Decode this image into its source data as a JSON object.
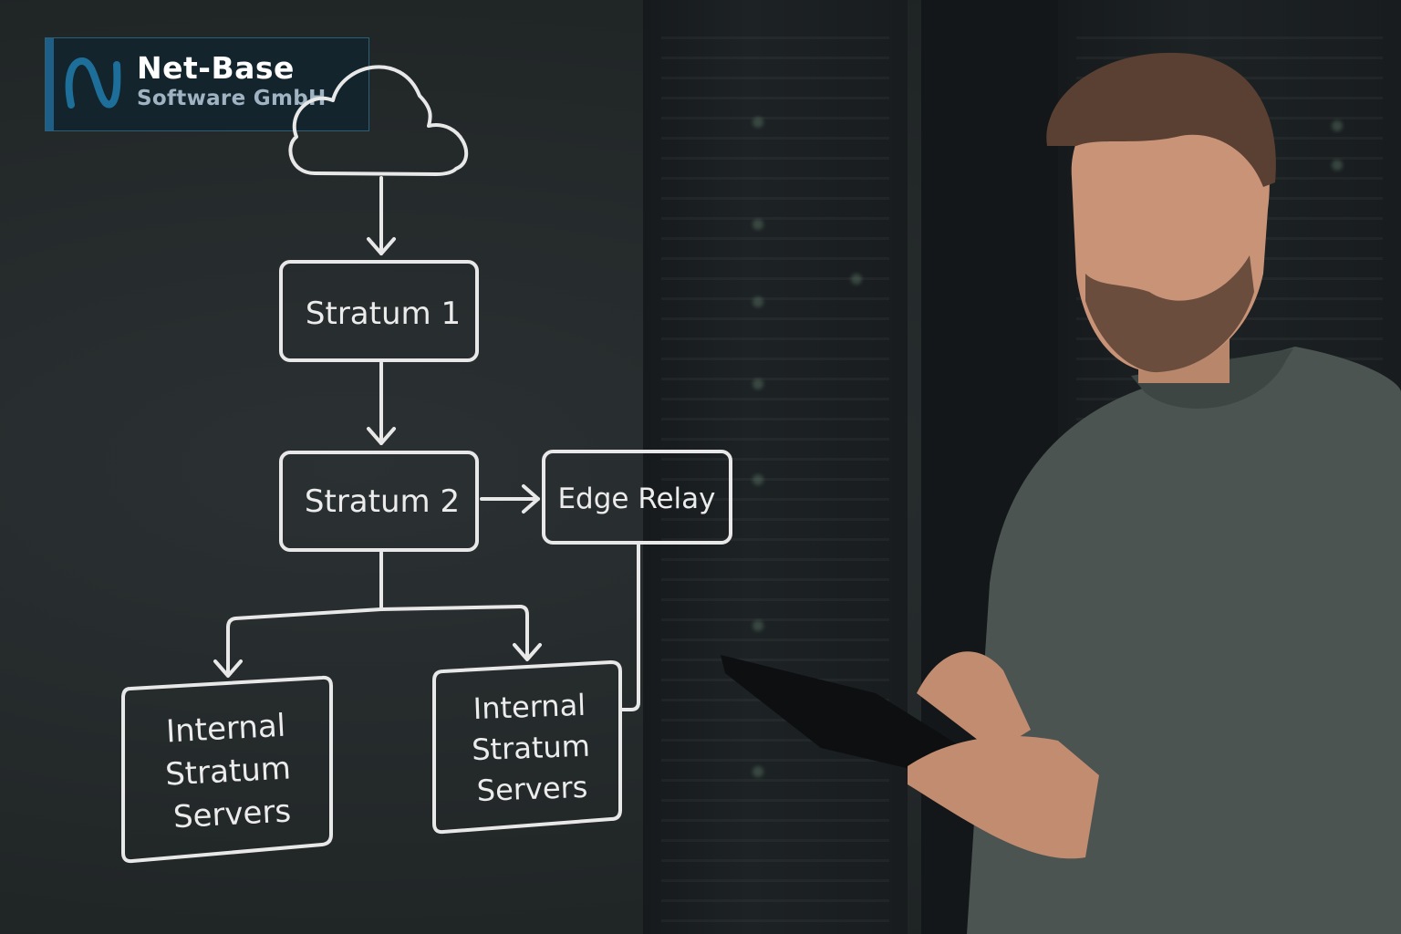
{
  "logo": {
    "title": "Net-Base",
    "subtitle": "Software GmbH",
    "accent_color": "#1d6f9a"
  },
  "diagram": {
    "nodes": [
      {
        "id": "cloud",
        "label": "",
        "icon": "cloud-icon"
      },
      {
        "id": "stratum1",
        "label": "Stratum 1"
      },
      {
        "id": "stratum2",
        "label": "Stratum 2"
      },
      {
        "id": "edge-relay",
        "label": "Edge Relay"
      },
      {
        "id": "internal-left",
        "label_lines": [
          "Internal",
          "Stratum",
          "Servers"
        ]
      },
      {
        "id": "internal-right",
        "label_lines": [
          "Internal",
          "Stratum",
          "Servers"
        ]
      }
    ],
    "edges": [
      {
        "from": "cloud",
        "to": "stratum1"
      },
      {
        "from": "stratum1",
        "to": "stratum2"
      },
      {
        "from": "stratum2",
        "to": "edge-relay"
      },
      {
        "from": "stratum2",
        "to": "internal-left"
      },
      {
        "from": "stratum2",
        "to": "internal-right"
      },
      {
        "from": "edge-relay",
        "to": "internal-right"
      }
    ],
    "line_color": "#e8e8e8"
  },
  "photo": {
    "subject": "technician-with-tablet",
    "background": "server-racks"
  }
}
